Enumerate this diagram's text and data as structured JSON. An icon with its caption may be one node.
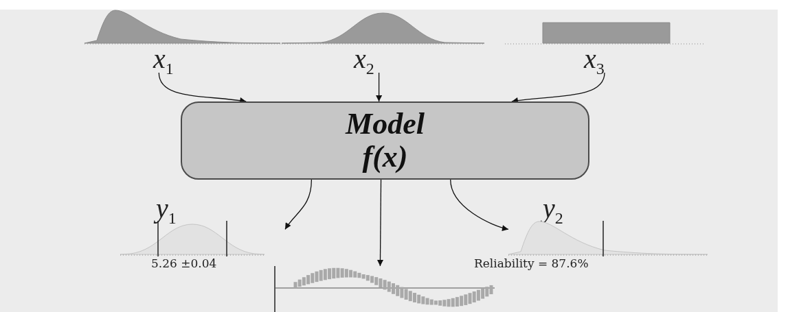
{
  "diagram": {
    "nodes": [
      {
        "text": [
          "*x*$_{1}$"
        ]
      },
      {
        "text": [
          "*x*$_{2}$"
        ]
      },
      {
        "text": [
          "*x*$_{3}$"
        ]
      },
      {
        "text": [
          "Model",
          "f(x)"
        ]
      },
      {
        "text": [
          "*y*$_{1}$",
          "5.26 ±0.04"
        ]
      },
      {
        "text": [],
        "shape": "picture"
      },
      {
        "text": [
          "*y*$_{2}$",
          "Reliability = 87.6%"
        ]
      }
    ],
    "edges": [
      {
        "from": 0,
        "to": 3,
        "arrow": "to"
      },
      {
        "from": 1,
        "to": 3,
        "arrow": "to"
      },
      {
        "from": 2,
        "to": 3,
        "arrow": "to"
      },
      {
        "from": 3,
        "to": 4,
        "arrow": "to"
      },
      {
        "from": 3,
        "to": 5,
        "arrow": "to"
      },
      {
        "from": 3,
        "to": 6,
        "arrow": "to"
      }
    ]
  }
}
